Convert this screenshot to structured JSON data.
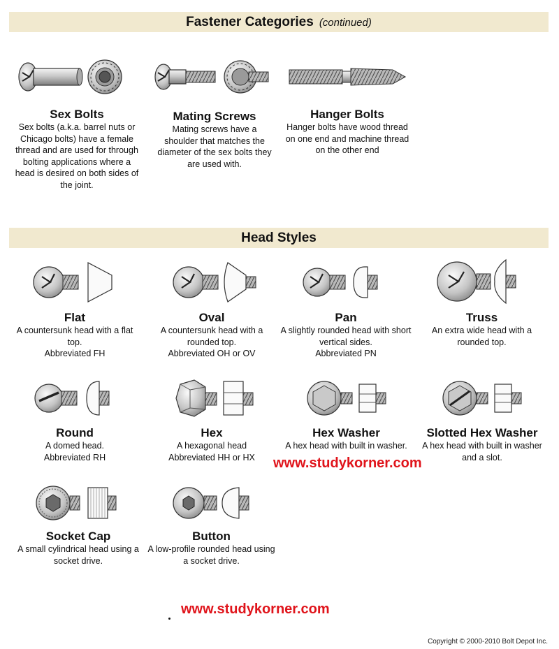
{
  "fastener_section": {
    "title": "Fastener Categories",
    "subtitle": "(continued)",
    "items": [
      {
        "title": "Sex Bolts",
        "desc": "Sex bolts (a.k.a. barrel nuts or Chicago bolts) have a female thread and are used for through bolting applications where a head is desired on both sides of the joint.",
        "icon": "sex-bolt-icon"
      },
      {
        "title": "Mating Screws",
        "desc": "Mating screws have a shoulder that matches the diameter of the sex bolts they are used with.",
        "icon": "mating-screw-icon"
      },
      {
        "title": "Hanger Bolts",
        "desc": "Hanger bolts have wood thread on one end and machine thread on the other end",
        "icon": "hanger-bolt-icon"
      }
    ]
  },
  "head_section": {
    "title": "Head Styles",
    "items": [
      {
        "title": "Flat",
        "desc": "A countersunk head with a flat top.",
        "abbr": "Abbreviated FH",
        "icon": "flat-head-icon"
      },
      {
        "title": "Oval",
        "desc": "A countersunk head with a rounded top.",
        "abbr": "Abbreviated OH or OV",
        "icon": "oval-head-icon"
      },
      {
        "title": "Pan",
        "desc": "A slightly rounded head with short vertical sides.",
        "abbr": "Abbreviated PN",
        "icon": "pan-head-icon"
      },
      {
        "title": "Truss",
        "desc": "An extra wide head with a rounded top.",
        "abbr": "",
        "icon": "truss-head-icon"
      },
      {
        "title": "Round",
        "desc": "A domed head.",
        "abbr": "Abbreviated RH",
        "icon": "round-head-icon"
      },
      {
        "title": "Hex",
        "desc": "A hexagonal head",
        "abbr": "Abbreviated HH or HX",
        "icon": "hex-head-icon"
      },
      {
        "title": "Hex Washer",
        "desc": "A hex head with built in washer.",
        "abbr": "",
        "icon": "hex-washer-head-icon"
      },
      {
        "title": "Slotted Hex Washer",
        "desc": "A hex head with built in washer and a slot.",
        "abbr": "",
        "icon": "slotted-hex-washer-head-icon"
      },
      {
        "title": "Socket Cap",
        "desc": "A small cylindrical head using a socket drive.",
        "abbr": "",
        "icon": "socket-cap-head-icon"
      },
      {
        "title": "Button",
        "desc": "A low-profile rounded head using a socket drive.",
        "abbr": "",
        "icon": "button-head-icon"
      }
    ]
  },
  "watermarks": [
    "www.studykorner.com",
    "www.studykorner.com"
  ],
  "copyright": "Copyright © 2000-2010 Bolt Depot Inc."
}
